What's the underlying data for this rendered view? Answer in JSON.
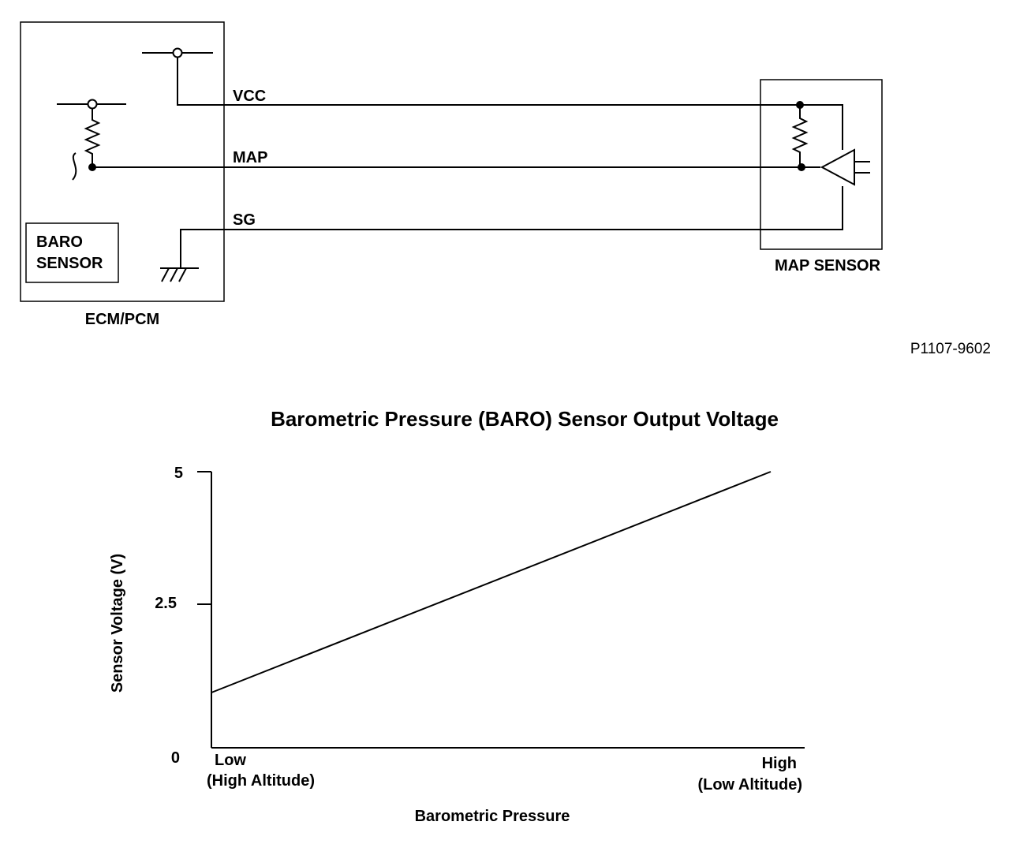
{
  "diagram": {
    "ecm_label": "ECM/PCM",
    "baro_line1": "BARO",
    "baro_line2": "SENSOR",
    "map_sensor_label": "MAP SENSOR",
    "wire_vcc": "VCC",
    "wire_map": "MAP",
    "wire_sg": "SG",
    "figure_code": "P1107-9602"
  },
  "chart_data": {
    "type": "line",
    "title": "Barometric Pressure (BARO) Sensor Output Voltage",
    "xlabel": "Barometric Pressure",
    "ylabel": "Sensor Voltage (V)",
    "ylim": [
      0,
      5
    ],
    "yticks": [
      "5",
      "2.5",
      "0"
    ],
    "x_low_label_1": "Low",
    "x_low_label_2": "(High Altitude)",
    "x_high_label_1": "High",
    "x_high_label_2": "(Low Altitude)",
    "x": [
      0,
      1
    ],
    "y": [
      1.0,
      5.0
    ],
    "grid": false
  }
}
